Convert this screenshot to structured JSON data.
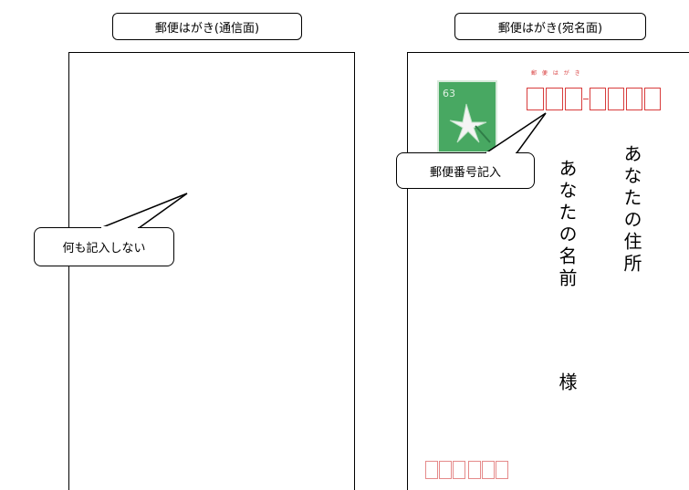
{
  "left_panel": {
    "title": "郵便はがき(通信面)",
    "callout": "何も記入しない"
  },
  "right_panel": {
    "title": "郵便はがき(宛名面)",
    "postcard_header": "郵 便 は が き",
    "stamp_value": "63",
    "callout": "郵便番号記入",
    "your_address": "あなたの住所",
    "your_name": "あなたの名前",
    "honorific": "様"
  },
  "colors": {
    "stamp_green": "#48a862",
    "zip_red": "#d83c3c"
  }
}
